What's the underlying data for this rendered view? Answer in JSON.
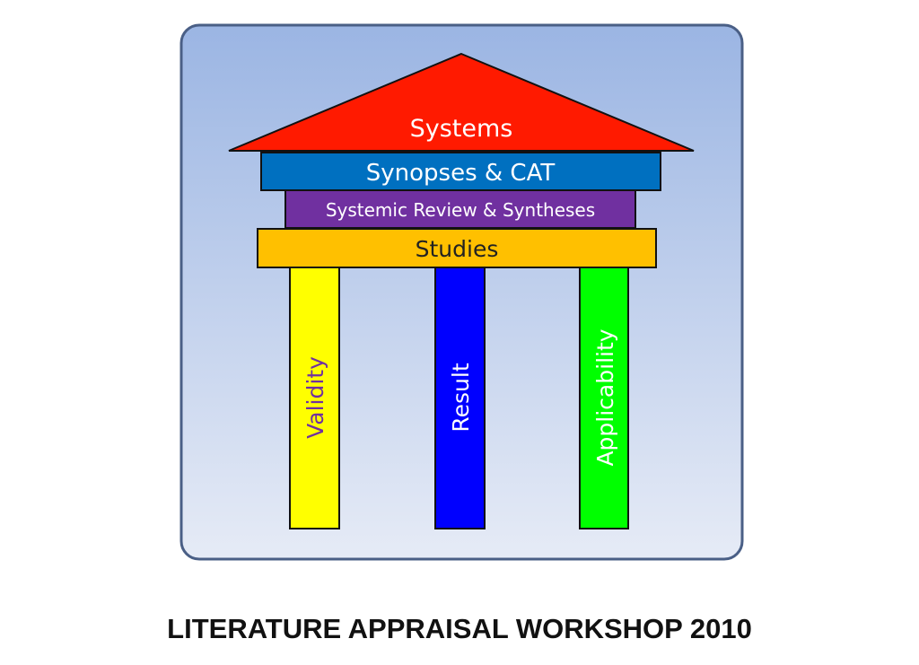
{
  "diagram": {
    "roof": {
      "label": "Systems",
      "color": "#ff1a00",
      "text_color": "#ffffff"
    },
    "tiers": [
      {
        "label": "Synopses & CAT",
        "color": "#0070c0",
        "text_color": "#ffffff"
      },
      {
        "label": "Systemic Review & Syntheses",
        "color": "#7030a0",
        "text_color": "#ffffff"
      },
      {
        "label": "Studies",
        "color": "#ffc000",
        "text_color": "#222222"
      }
    ],
    "pillars": [
      {
        "label": "Validity",
        "color": "#ffff00",
        "text_color": "#7030a0"
      },
      {
        "label": "Result",
        "color": "#0000ff",
        "text_color": "#ffffff"
      },
      {
        "label": "Applicability",
        "color": "#00ff00",
        "text_color": "#ffffff"
      }
    ],
    "panel": {
      "gradient_top": "#9bb5e3",
      "gradient_bottom": "#e6ebf6",
      "border": "#4a5f86"
    }
  },
  "caption": "LITERATURE APPRAISAL WORKSHOP 2010"
}
